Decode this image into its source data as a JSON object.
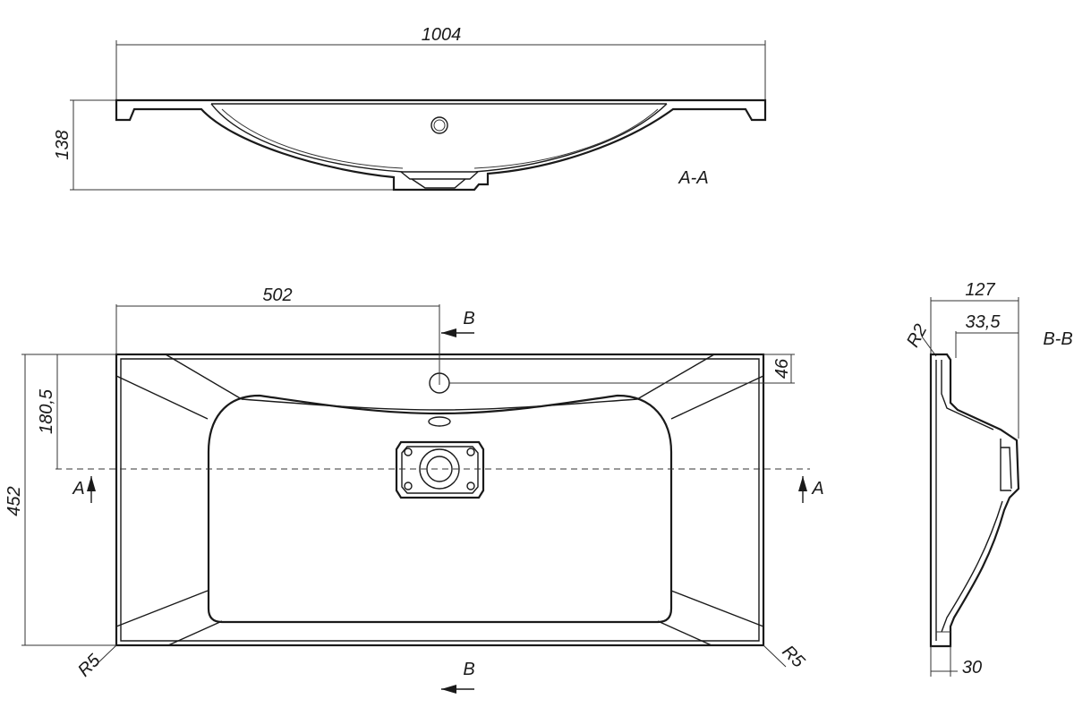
{
  "section_aa": {
    "width_dim": "1004",
    "height_dim": "138",
    "label": "A-A"
  },
  "plan": {
    "half_width_dim": "502",
    "depth_dim": "452",
    "drain_offset_dim": "180,5",
    "tap_hole_dim": "46",
    "radius_left": "R5",
    "radius_right": "R5",
    "cut_b_top": "B",
    "cut_b_bottom": "B",
    "cut_a_left": "A",
    "cut_a_right": "A"
  },
  "section_bb": {
    "label": "B-B",
    "depth_dim": "127",
    "offset_dim": "33,5",
    "radius_dim": "R2",
    "rim_dim": "30"
  }
}
